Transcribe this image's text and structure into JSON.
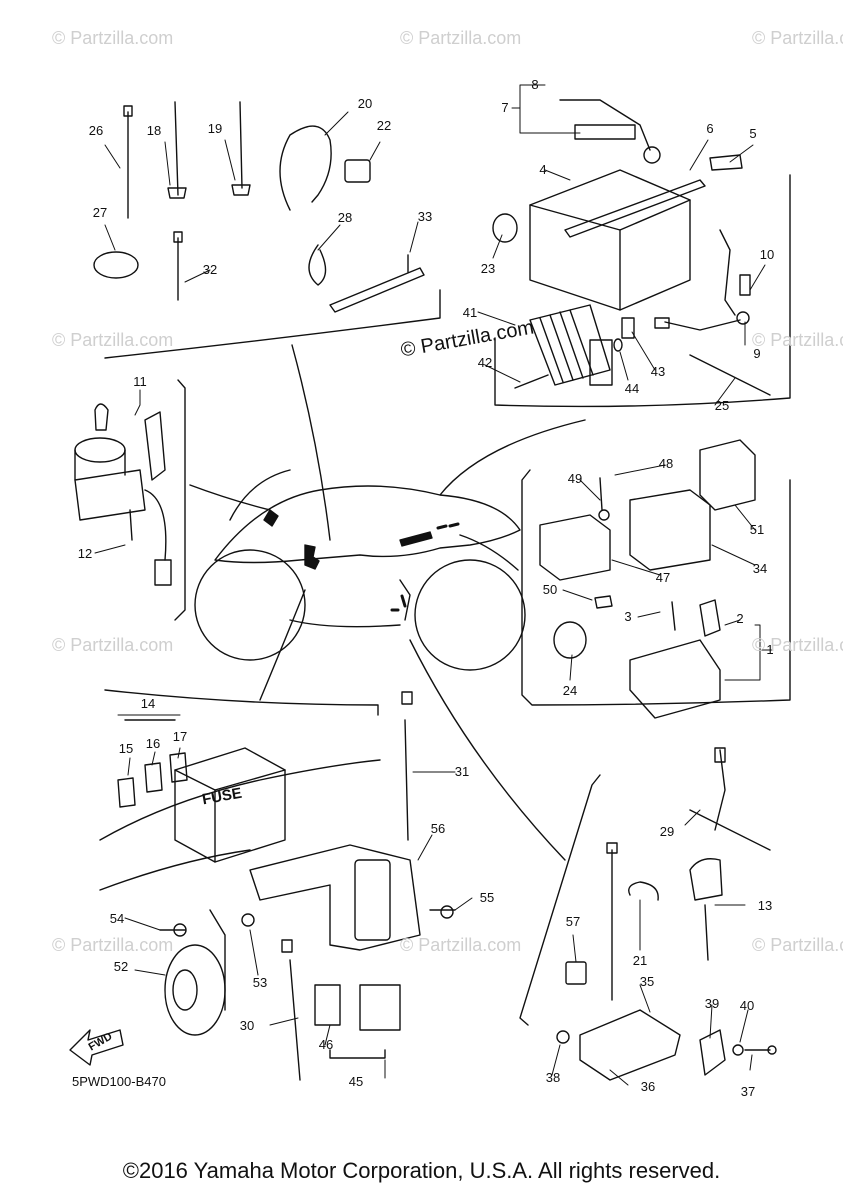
{
  "watermark": {
    "text": "© Partzilla.com"
  },
  "center_mark": "© Partzilla.com",
  "fuse_label": "FUSE",
  "fwd_label": "FWD",
  "ref_code": "5PWD100-B470",
  "copyright": "©2016 Yamaha Motor Corporation, U.S.A. All rights reserved.",
  "callouts": [
    "1",
    "2",
    "3",
    "4",
    "5",
    "6",
    "7",
    "8",
    "9",
    "10",
    "11",
    "12",
    "13",
    "14",
    "15",
    "16",
    "17",
    "18",
    "19",
    "20",
    "21",
    "22",
    "23",
    "24",
    "25",
    "26",
    "27",
    "28",
    "29",
    "30",
    "31",
    "32",
    "33",
    "34",
    "35",
    "36",
    "37",
    "38",
    "39",
    "40",
    "41",
    "42",
    "43",
    "44",
    "45",
    "46",
    "47",
    "48",
    "49",
    "50",
    "51",
    "52",
    "53",
    "54",
    "55",
    "56",
    "57"
  ]
}
